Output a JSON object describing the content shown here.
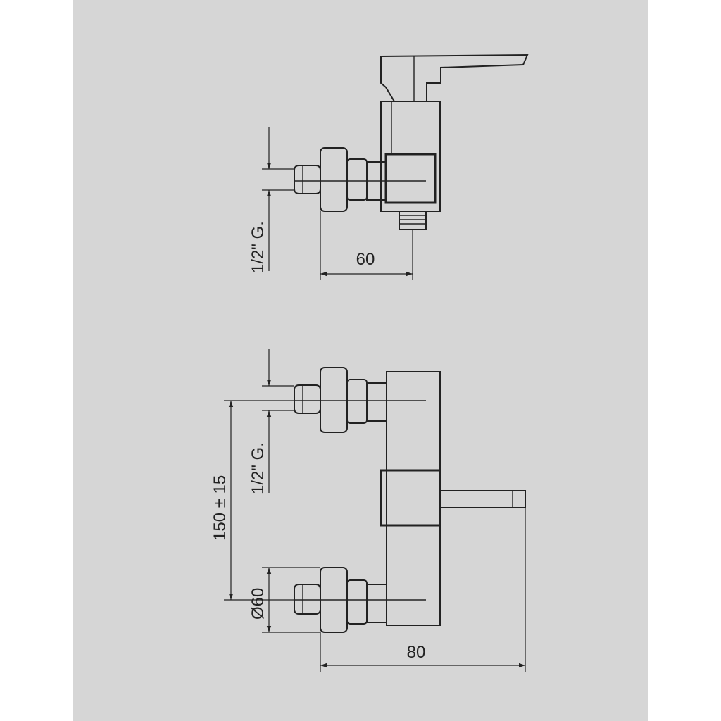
{
  "colors": {
    "page_background": "#ffffff",
    "panel_background": "#d6d6d6",
    "line": "#222222"
  },
  "top_view": {
    "dim_width": "60",
    "dim_thread": "1/2\" G."
  },
  "front_view": {
    "dim_width": "80",
    "dim_thread": "1/2\" G.",
    "dim_spacing": "150 ± 15",
    "dim_diameter": "Ø60"
  }
}
